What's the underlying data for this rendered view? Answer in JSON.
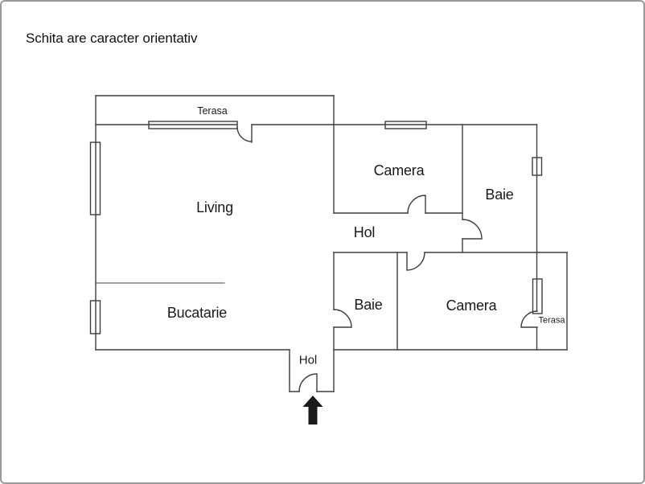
{
  "title": "Schita are caracter orientativ",
  "page": {
    "background": "#ffffff",
    "border_color": "#9a9a9a"
  },
  "plan": {
    "wall_color": "#3f3f3f",
    "arrow_color": "#1a1a1a",
    "labels": {
      "terasa_top": "Terasa",
      "living": "Living",
      "camera_top": "Camera",
      "baie_top": "Baie",
      "hol": "Hol",
      "bucatarie": "Bucatarie",
      "baie_bottom": "Baie",
      "camera_bottom": "Camera",
      "terasa_bottom": "Terasa",
      "hol_entrance": "Hol"
    }
  }
}
